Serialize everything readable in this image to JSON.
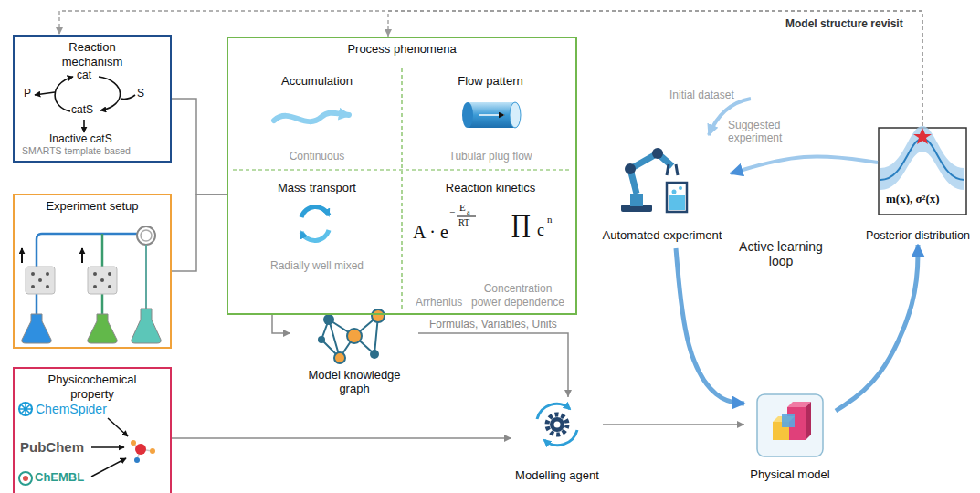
{
  "diagram": {
    "nodes": [
      {
        "text": [
          "Reaction mechanism",
          "SMARTS template-based"
        ]
      },
      {
        "text": [
          "Experiment setup"
        ]
      },
      {
        "text": [
          "Physicochemical property"
        ]
      },
      {
        "text": [
          "Process phenomena"
        ]
      },
      {
        "text": [
          "Accumulation",
          "Continuous"
        ],
        "in": 3
      },
      {
        "text": [
          "Flow pattern",
          "Tubular plug flow"
        ],
        "in": 3
      },
      {
        "text": [
          "Mass transport",
          "Radially well mixed"
        ],
        "in": 3
      },
      {
        "text": [
          "Reaction kinetics",
          "Arrhenius",
          "Concentration power dependence"
        ],
        "in": 3
      },
      {
        "text": [
          "Model knowledge graph"
        ]
      },
      {
        "text": [
          "Modelling agent"
        ]
      },
      {
        "text": [
          "Physical model"
        ]
      },
      {
        "text": [
          "Automated experiment"
        ]
      },
      {
        "text": [
          "Posterior distribution"
        ]
      }
    ],
    "edges": [
      {
        "from": 0,
        "to": 3,
        "arrow": "none"
      },
      {
        "from": 1,
        "to": 3,
        "arrow": "none"
      },
      {
        "from": 3,
        "to": 8,
        "arrow": "to"
      },
      {
        "from": 8,
        "to": 9,
        "label": "Formulas, Variables, Units",
        "arrow": "to"
      },
      {
        "from": 2,
        "to": 9,
        "arrow": "to"
      },
      {
        "from": 9,
        "to": 10,
        "arrow": "to"
      },
      {
        "from": 11,
        "to": 10,
        "arrow": "to"
      },
      {
        "from": 10,
        "to": 12,
        "arrow": "to"
      },
      {
        "from": 12,
        "to": 11,
        "label": "Suggested experiment",
        "arrow": "to"
      },
      {
        "from": 12,
        "to": 0,
        "label": "Model structure revisit",
        "arrow": "to"
      },
      {
        "from": 12,
        "to": 3,
        "arrow": "to"
      }
    ],
    "labels": [
      "cat",
      "P",
      "S",
      "catS",
      "Inactive catS",
      "A · e",
      "−",
      "E",
      "a",
      "RT",
      "∏",
      "c",
      "n",
      "ChemSpider",
      "PubChem",
      "ChEMBL",
      "Initial dataset",
      "Active learning loop",
      "m(x), σ²(x)"
    ]
  }
}
